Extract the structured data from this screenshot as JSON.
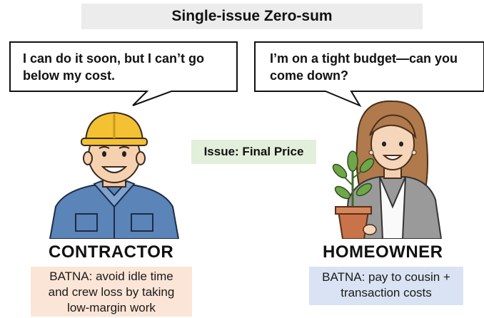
{
  "title": "Single-issue Zero-sum",
  "bubbles": {
    "left": {
      "line1": "I can do it soon, but I can’t go",
      "line2": "below my cost."
    },
    "right": {
      "line1": "I’m on a tight budget—can you",
      "line2": "come down?"
    }
  },
  "issue": "Issue: Final Price",
  "roles": {
    "contractor": "CONTRACTOR",
    "homeowner": "HOMEOWNER"
  },
  "batna": {
    "contractor": {
      "line1": "BATNA: avoid idle time",
      "line2": "and crew loss by taking",
      "line3": "low-margin work"
    },
    "homeowner": {
      "line1": "BATNA: pay to cousin +",
      "line2": "transaction costs"
    }
  },
  "colors": {
    "title_bg": "#ececec",
    "issue_bg": "#e2efdb",
    "contractor_batna_bg": "#fbe5d6",
    "homeowner_batna_bg": "#dae3f3",
    "hard_hat": "#f3c132",
    "contractor_shirt": "#5b84b8",
    "homeowner_hair": "#b07a4c",
    "homeowner_cardigan": "#9a9a9a",
    "plant_pot": "#c8734a"
  }
}
